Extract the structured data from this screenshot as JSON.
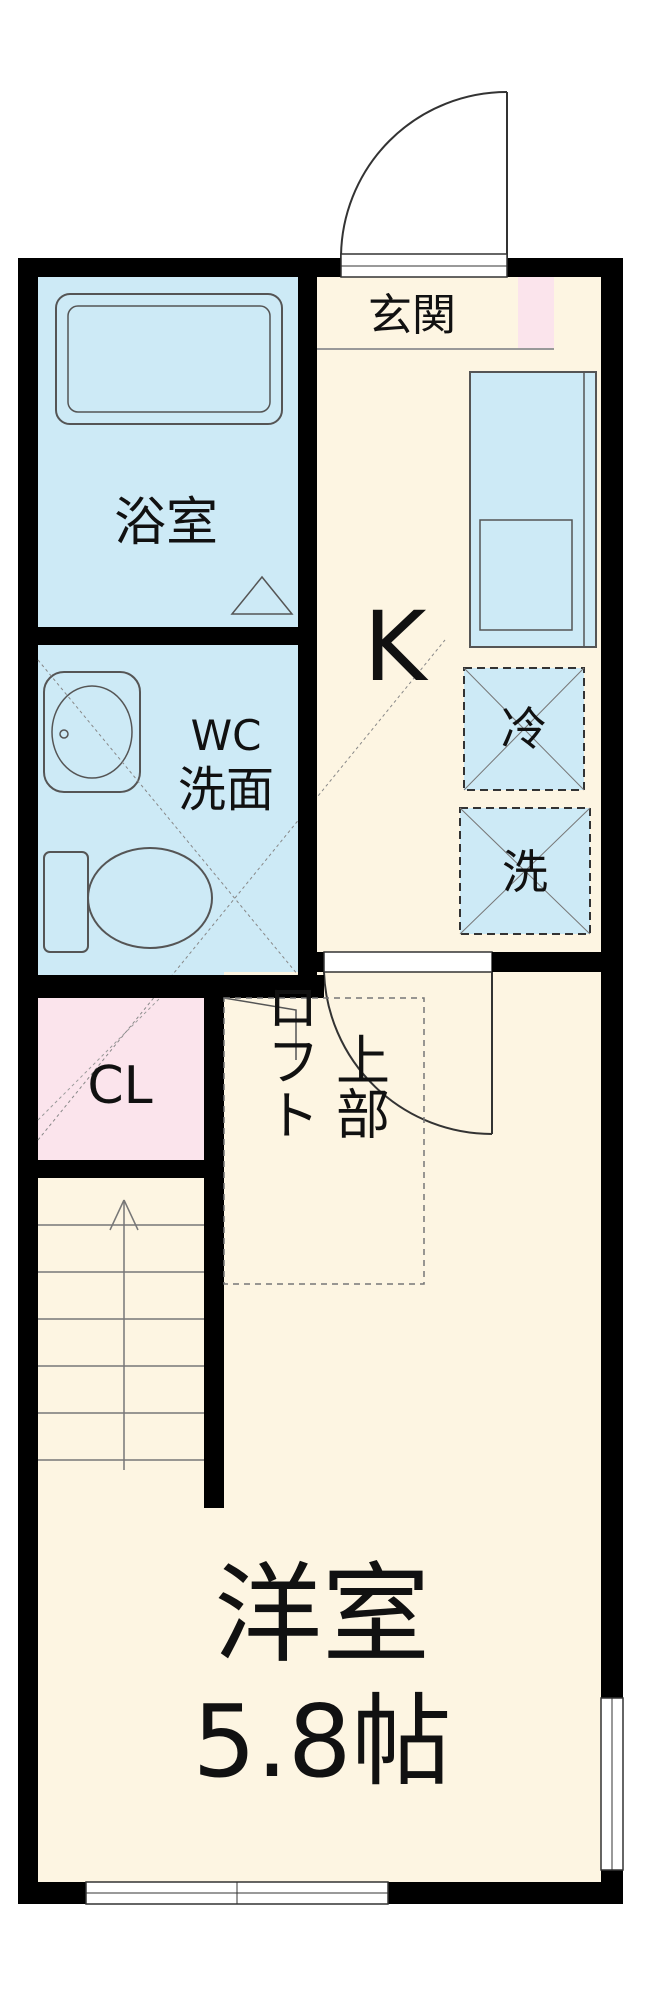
{
  "rooms": {
    "entrance": "玄関",
    "bath": "浴室",
    "kitchen": "K",
    "wc_line1": "WC",
    "wc_line2": "洗面",
    "fridge": "冷",
    "washer": "洗",
    "closet": "CL",
    "loft_line1": "ロフト",
    "loft_line2": "上部",
    "western_room": "洋室",
    "area": "5.8帖"
  },
  "colors": {
    "wall": "#000000",
    "floor": "#fdf5e2",
    "wet_area": "#cdeaf6",
    "closet": "#fbe4ec",
    "fixture_stroke": "#555555"
  }
}
